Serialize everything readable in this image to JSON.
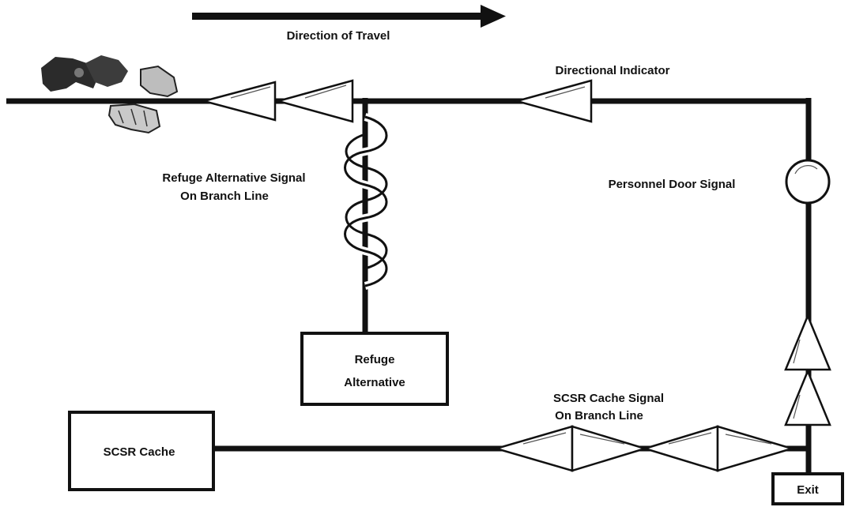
{
  "header": {
    "direction_label": "Direction of Travel"
  },
  "labels": {
    "directional_indicator": "Directional Indicator",
    "refuge_signal_line1": "Refuge Alternative Signal",
    "refuge_signal_line2": "On Branch Line",
    "personnel_door_signal": "Personnel Door Signal",
    "scsr_cache_signal_line1": "SCSR Cache Signal",
    "scsr_cache_signal_line2": "On Branch Line"
  },
  "boxes": {
    "refuge_line1": "Refuge",
    "refuge_line2": "Alternative",
    "scsr_cache": "SCSR Cache",
    "exit": "Exit"
  },
  "icons": {
    "miner_hand": "gloved-hand-icon"
  },
  "colors": {
    "line": "#111111",
    "background": "#ffffff"
  }
}
